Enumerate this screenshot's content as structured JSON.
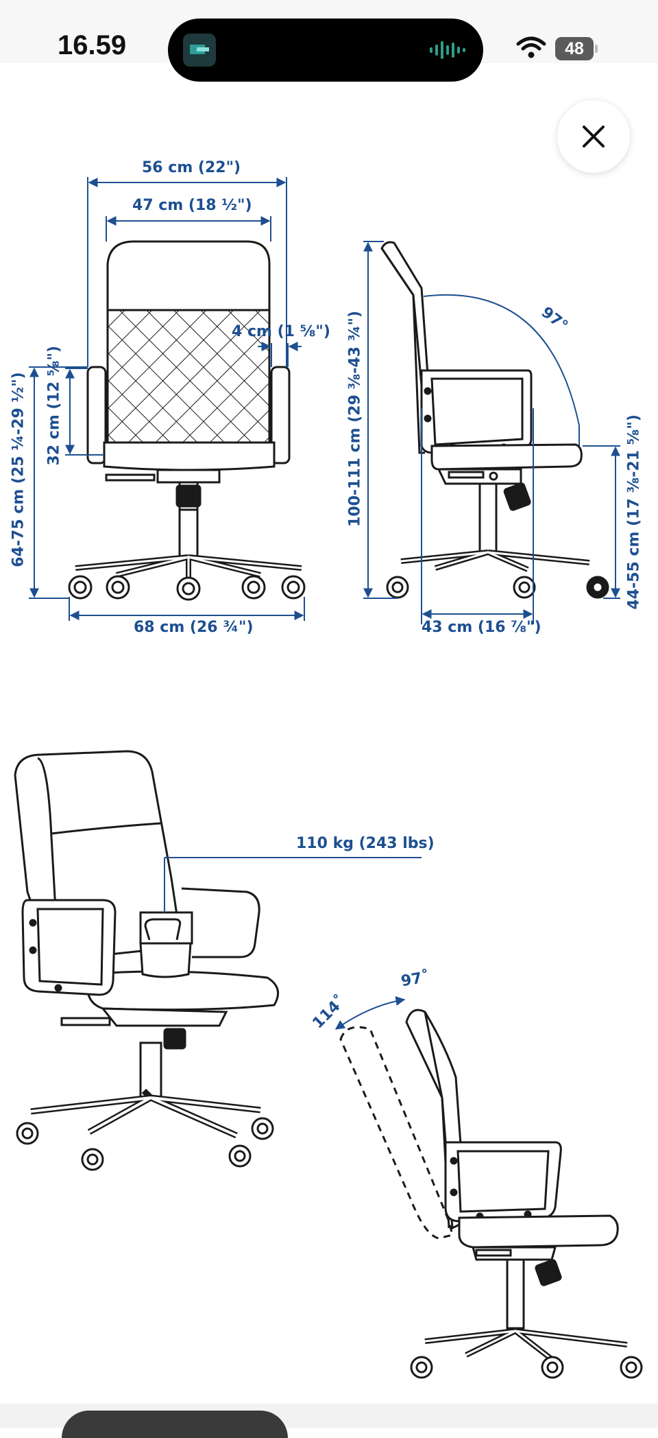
{
  "status_bar": {
    "time": "16.59",
    "battery": "48",
    "icons": [
      "app-thumbnail-icon",
      "audio-waveform-icon",
      "wifi-icon",
      "battery-icon"
    ]
  },
  "viewer": {
    "close_icon": "close-icon"
  },
  "dimensions": {
    "overall_width": "56 cm (22\")",
    "seat_width": "47 cm (18 ½\")",
    "armrest_width": "4 cm (1 ⅝\")",
    "armrest_height": "32 cm (12 ⅝\")",
    "armrest_floor_height": "64-75 cm (25 ¼-29 ½\")",
    "base_width": "68 cm (26 ¾\")",
    "total_height": "100-111 cm (29 ⅜-43 ¾\")",
    "back_angle": "97°",
    "seat_height": "44-55 cm (17 ⅜-21 ⅝\")",
    "seat_depth": "43 cm (16 ⅞\")",
    "max_load": "110 kg (243 lbs)",
    "tilt_angle_a": "97˚",
    "tilt_angle_b": "114˚"
  },
  "colors": {
    "dimension_text": "#1d4f91",
    "line": "#1a1a1a",
    "background": "#ffffff"
  }
}
